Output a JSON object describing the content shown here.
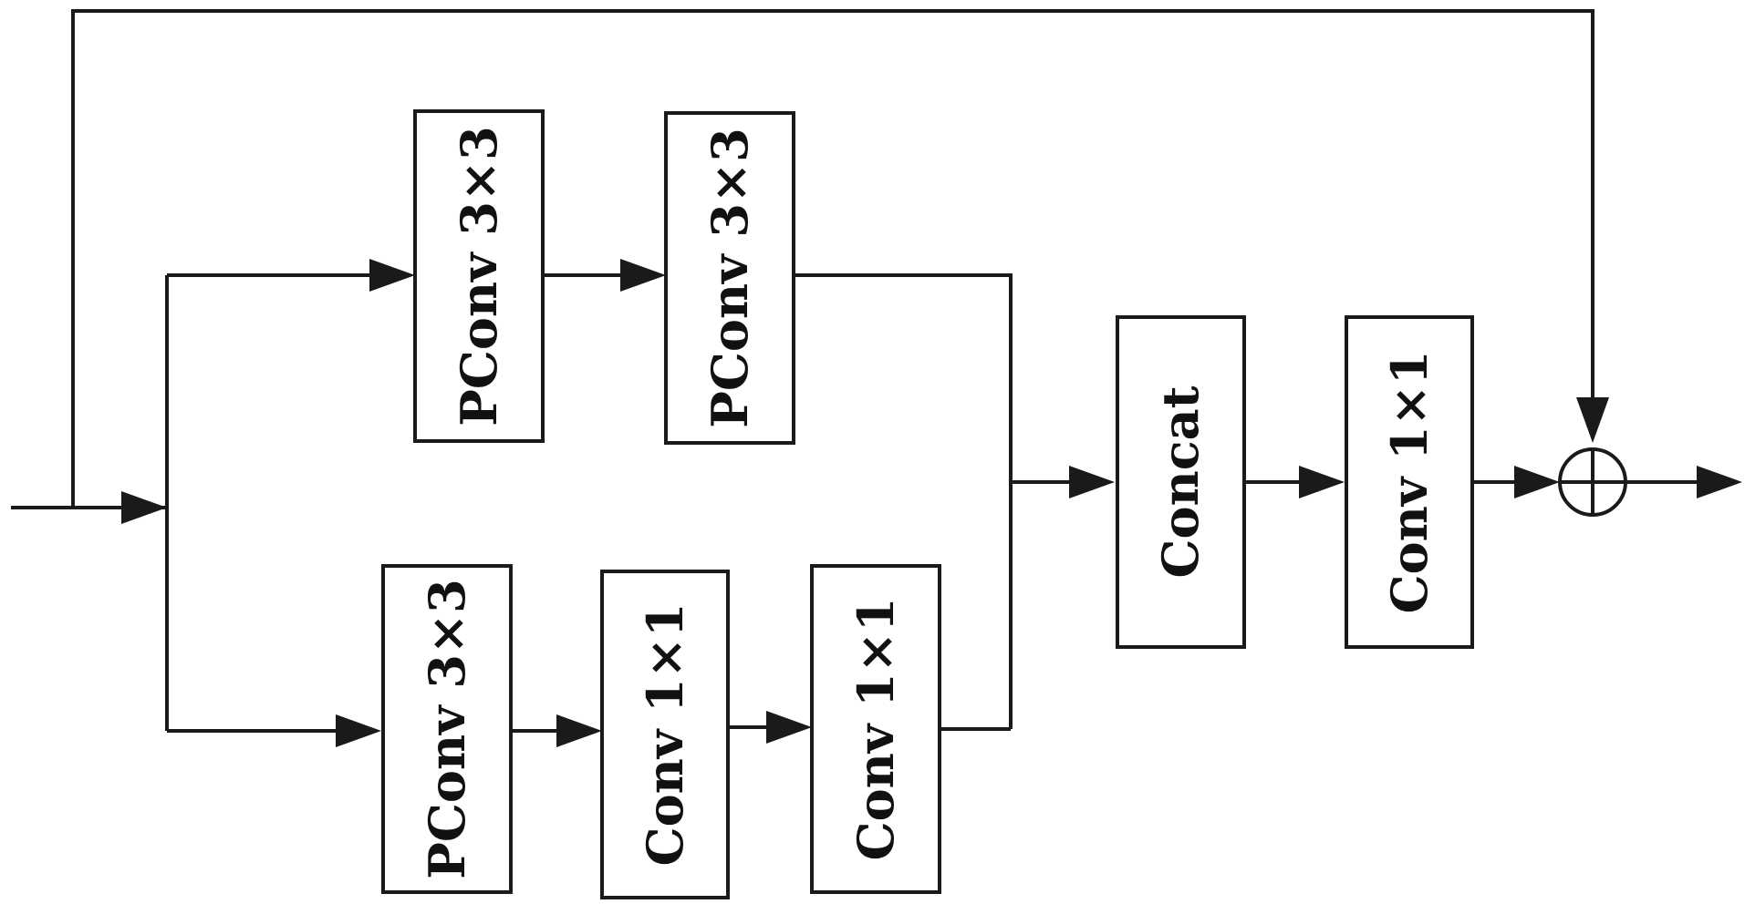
{
  "blocks": {
    "top_pconv_1": "PConv 3×3",
    "top_pconv_2": "PConv 3×3",
    "bottom_pconv": "PConv 3×3",
    "bottom_conv_1": "Conv 1×1",
    "bottom_conv_2": "Conv 1×1",
    "concat": "Concat",
    "fuse_conv": "Conv 1×1"
  },
  "sum_node_icon": "circled-plus-icon"
}
